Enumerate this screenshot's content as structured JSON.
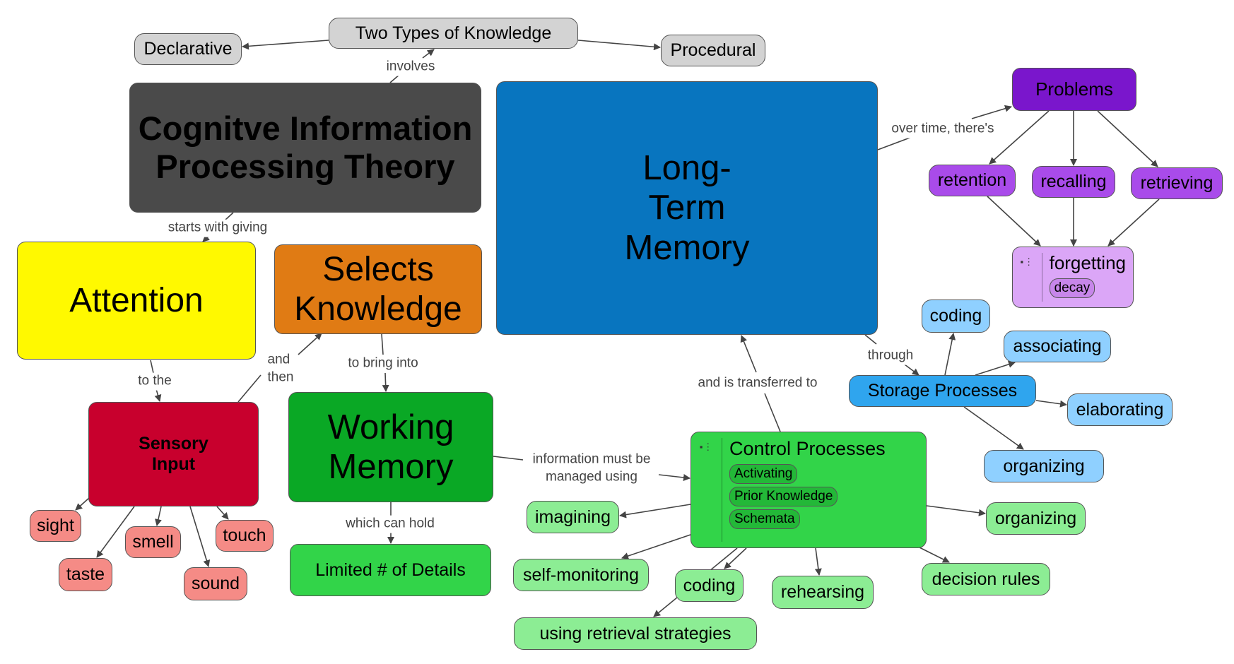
{
  "diagram": {
    "type": "concept-map",
    "nodes": [
      {
        "id": "two_types",
        "label": "Two Types of Knowledge"
      },
      {
        "id": "declarative",
        "label": "Declarative"
      },
      {
        "id": "procedural",
        "label": "Procedural"
      },
      {
        "id": "cipt",
        "label": "Cognitve Information Processing Theory"
      },
      {
        "id": "ltm",
        "label": "Long-Term Memory"
      },
      {
        "id": "problems",
        "label": "Problems"
      },
      {
        "id": "retention",
        "label": "retention"
      },
      {
        "id": "recalling",
        "label": "recalling"
      },
      {
        "id": "retrieving",
        "label": "retrieving"
      },
      {
        "id": "forgetting",
        "label": "forgetting",
        "children": [
          "decay"
        ]
      },
      {
        "id": "attention",
        "label": "Attention"
      },
      {
        "id": "selects",
        "label": "Selects Knowledge"
      },
      {
        "id": "sensory",
        "label": "Sensory Input"
      },
      {
        "id": "working",
        "label": "Working Memory"
      },
      {
        "id": "limited",
        "label": "Limited # of Details"
      },
      {
        "id": "sight",
        "label": "sight"
      },
      {
        "id": "smell",
        "label": "smell"
      },
      {
        "id": "touch",
        "label": "touch"
      },
      {
        "id": "taste",
        "label": "taste"
      },
      {
        "id": "sound",
        "label": "sound"
      },
      {
        "id": "coding_blue",
        "label": "coding"
      },
      {
        "id": "associating",
        "label": "associating"
      },
      {
        "id": "storage",
        "label": "Storage Processes"
      },
      {
        "id": "elaborating",
        "label": "elaborating"
      },
      {
        "id": "organizing_blue",
        "label": "organizing"
      },
      {
        "id": "control",
        "label": "Control Processes",
        "children": [
          "Activating",
          "Prior Knowledge",
          "Schemata"
        ]
      },
      {
        "id": "imagining",
        "label": "imagining"
      },
      {
        "id": "self_monitoring",
        "label": "self-monitoring"
      },
      {
        "id": "coding_green",
        "label": "coding"
      },
      {
        "id": "rehearsing",
        "label": "rehearsing"
      },
      {
        "id": "decision_rules",
        "label": "decision rules"
      },
      {
        "id": "organizing_green",
        "label": "organizing"
      },
      {
        "id": "using_retrieval",
        "label": "using retrieval strategies"
      }
    ],
    "linking_phrases": {
      "involves": "involves",
      "starts_with_giving": "starts with giving",
      "to_the": "to the",
      "and_then": "and\nthen",
      "to_bring_into": "to bring into",
      "which_can_hold": "which can hold",
      "info_managed": "information must be\nmanaged using",
      "transferred": "and is transferred to",
      "through": "through",
      "over_time": "over time, there's"
    },
    "colors": {
      "grey": "#d3d3d3",
      "dark": "#4a4a4a",
      "ltm_blue": "#0875bf",
      "yellow": "#fff900",
      "orange": "#e07b14",
      "red": "#c8002d",
      "green_dark": "#0aa825",
      "green_mid": "#32d449",
      "green_light": "#8ced94",
      "salmon": "#f58b86",
      "purple_dark": "#7a16cc",
      "purple": "#a94bea",
      "lavender": "#dba6f7",
      "sky": "#8fd0ff",
      "sky_dark": "#2fa5ee",
      "edge": "#444444"
    }
  }
}
